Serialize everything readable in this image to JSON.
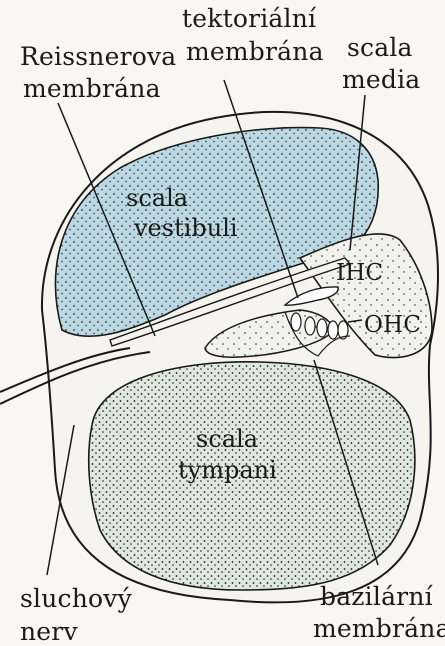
{
  "labels": {
    "tektorialni": [
      "tektoriální",
      "membrána"
    ],
    "reissnerova": [
      "Reissnerova",
      "membrána"
    ],
    "scala_media": [
      "scala",
      "media"
    ],
    "scala_vestibuli": [
      "scala",
      "vestibuli"
    ],
    "ihc": "IHC",
    "ohc": "OHC",
    "scala_tympani": [
      "scala",
      "tympani"
    ],
    "sluchovy_nerv": [
      "sluchový",
      "nerv"
    ],
    "bazilarni": [
      "bazilární",
      "membrána"
    ]
  },
  "colors": {
    "vestibuli_fill": "#bcd8e3",
    "tympani_fill": "#dfe8dc",
    "media_fill": "#f2f2ec",
    "outline": "#1a1a1a",
    "background": "#f9f7f2"
  }
}
